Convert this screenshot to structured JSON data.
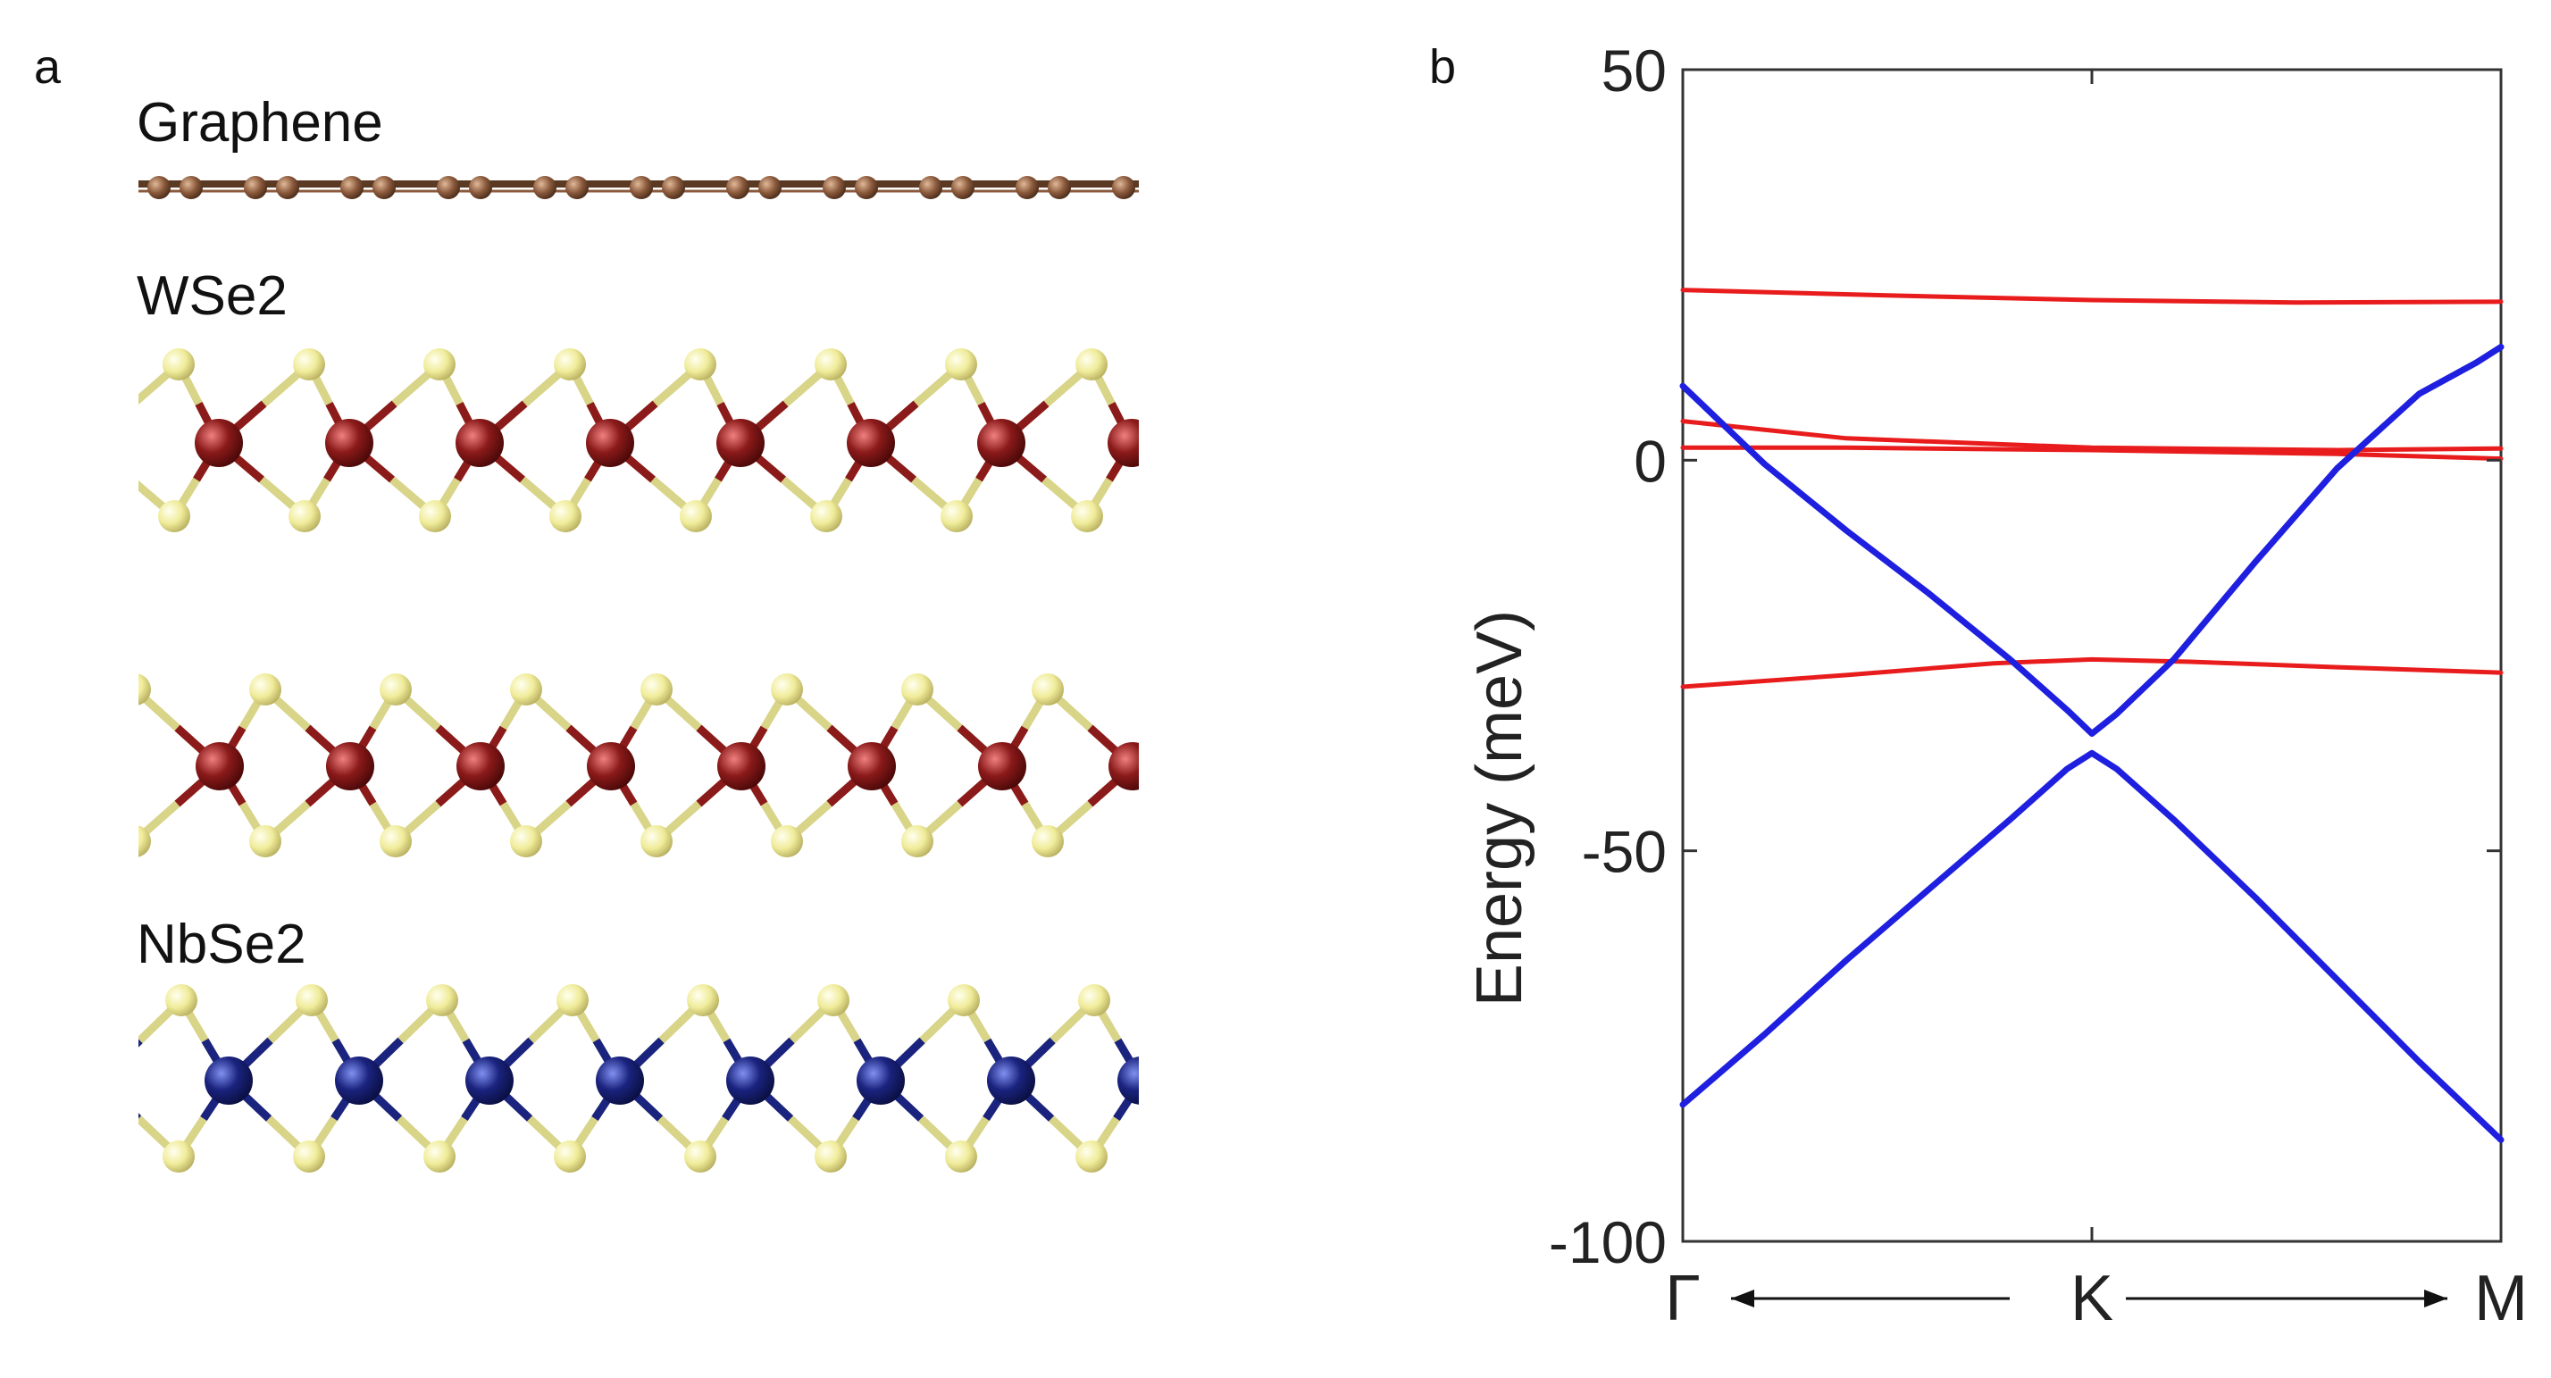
{
  "panels": {
    "a": "a",
    "b": "b"
  },
  "structure": {
    "layers": [
      {
        "label": "Graphene"
      },
      {
        "label": "WSe2"
      },
      {
        "label": "NbSe2"
      }
    ],
    "colors": {
      "carbon": "#8b5a3c",
      "tungsten": "#8b1a1a",
      "selenium": "#f0ec9a",
      "niobium": "#1a237e"
    }
  },
  "chart_data": {
    "type": "line",
    "title": "",
    "xlabel": "",
    "ylabel": "Energy (meV)",
    "ylim": [
      -100,
      50
    ],
    "yticks": [
      50,
      0,
      -50,
      -100
    ],
    "ytick_labels": [
      "50",
      "0",
      "-50",
      "-100"
    ],
    "kpath": {
      "labels": [
        "Γ",
        "K",
        "M"
      ],
      "x": [
        0,
        0.5,
        1
      ]
    },
    "grid": false,
    "series": [
      {
        "color": "#e81c1c",
        "x": [
          0,
          0.25,
          0.5,
          0.75,
          1
        ],
        "y": [
          21.8,
          21.1,
          20.5,
          20.2,
          20.3
        ]
      },
      {
        "color": "#e81c1c",
        "x": [
          0,
          0.2,
          0.5,
          0.8,
          1
        ],
        "y": [
          5.0,
          2.8,
          1.6,
          1.3,
          1.5
        ]
      },
      {
        "color": "#e81c1c",
        "x": [
          0,
          0.2,
          0.5,
          0.8,
          1
        ],
        "y": [
          1.6,
          1.6,
          1.3,
          0.8,
          0.2
        ]
      },
      {
        "color": "#e81c1c",
        "x": [
          0,
          0.2,
          0.38,
          0.5,
          0.62,
          0.8,
          1
        ],
        "y": [
          -29.0,
          -27.5,
          -26.0,
          -25.5,
          -25.8,
          -26.5,
          -27.2
        ]
      },
      {
        "color": "#1f1fe0",
        "x": [
          0,
          0.1,
          0.2,
          0.3,
          0.4,
          0.47,
          0.5,
          0.53,
          0.6,
          0.7,
          0.8,
          0.9,
          0.97,
          1
        ],
        "y": [
          9.5,
          -0.5,
          -9.0,
          -17.0,
          -25.5,
          -32.0,
          -35.0,
          -32.5,
          -25.5,
          -13.0,
          -1.0,
          8.5,
          12.5,
          14.5
        ]
      },
      {
        "color": "#1f1fe0",
        "x": [
          0,
          0.1,
          0.2,
          0.3,
          0.4,
          0.47,
          0.5,
          0.53,
          0.6,
          0.7,
          0.8,
          0.9,
          1
        ],
        "y": [
          -82.5,
          -73.5,
          -64.0,
          -55.0,
          -46.0,
          -39.5,
          -37.5,
          -39.5,
          -46.0,
          -56.0,
          -66.5,
          -77.0,
          -87.0
        ]
      }
    ]
  }
}
